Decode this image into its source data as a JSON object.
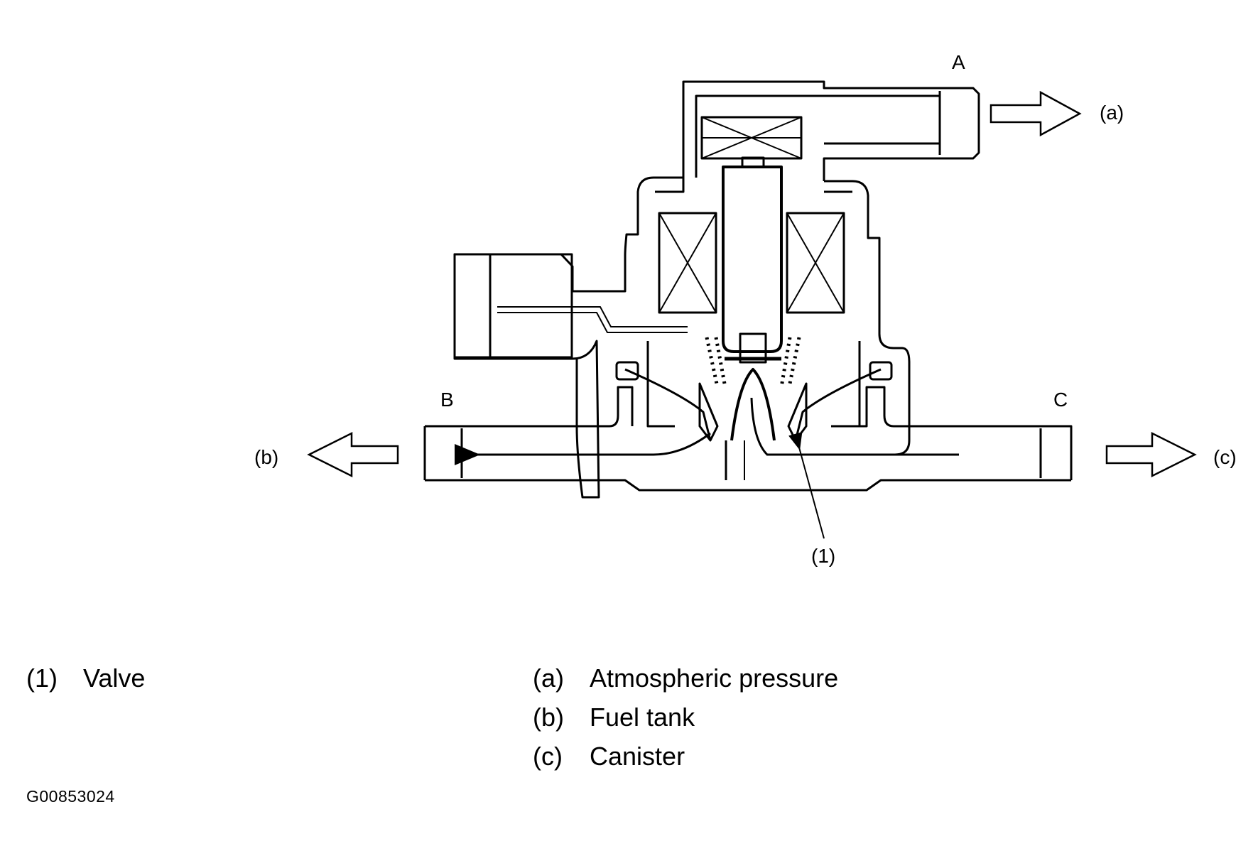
{
  "ports": {
    "A": "A",
    "B": "B",
    "C": "C"
  },
  "flow_labels": {
    "a": "(a)",
    "b": "(b)",
    "c": "(c)"
  },
  "callouts": {
    "valve": "(1)"
  },
  "legend": {
    "left": [
      {
        "code": "(1)",
        "text": "Valve"
      }
    ],
    "right": [
      {
        "code": "(a)",
        "text": "Atmospheric pressure"
      },
      {
        "code": "(b)",
        "text": "Fuel tank"
      },
      {
        "code": "(c)",
        "text": "Canister"
      }
    ]
  },
  "figure_id": "G00853024"
}
